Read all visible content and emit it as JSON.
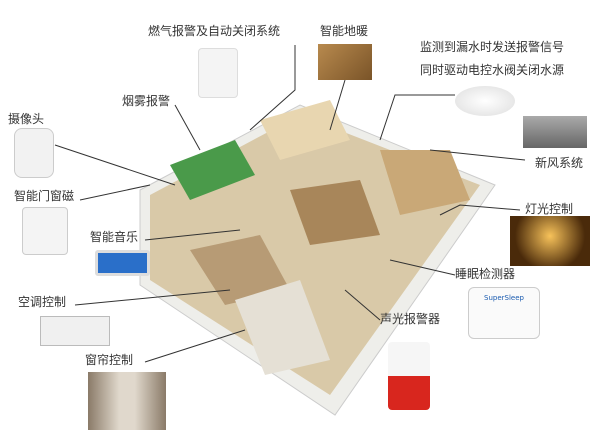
{
  "labels": {
    "gas": "燃气报警及自动关闭系统",
    "floor_heating": "智能地暖",
    "leak_line1": "监测到漏水时发送报警信号",
    "leak_line2": "同时驱动电控水阀关闭水源",
    "camera": "摄像头",
    "smoke": "烟雾报警",
    "fresh_air": "新风系统",
    "door_sensor": "智能门窗磁",
    "lighting": "灯光控制",
    "music": "智能音乐",
    "sleep": "睡眠检测器",
    "ac": "空调控制",
    "siren": "声光报警器",
    "curtain": "窗帘控制"
  },
  "device_text": {
    "sleep_brand": "SuperSleep"
  }
}
